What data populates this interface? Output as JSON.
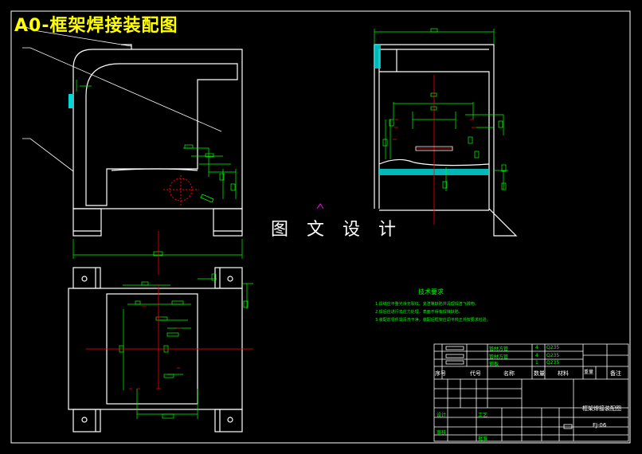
{
  "drawing": {
    "title": "A0-框架焊接装配图",
    "watermark": "图 文 设 计"
  },
  "tech_requirements": {
    "title": "技术要求",
    "items": [
      "1.焊缝应平整光滑无裂纹、夹渣等缺陷并清理焊渣飞溅物。",
      "2.焊后应进行去应力处理，表面不得有焊接缺陷。",
      "3.装配前零件需清洗干净，装配后框架应调平校正并按要求检验。"
    ]
  },
  "title_block": {
    "headers": {
      "seq": "序号",
      "code": "代号",
      "name": "名称",
      "qty": "数量",
      "material": "材料",
      "weight": "重量",
      "remark": "备注"
    },
    "drawing_name": "框架焊接装配图",
    "drawing_no": "FJ-06",
    "signatures": [
      "设计",
      "审核",
      "工艺",
      "批准"
    ],
    "parts": [
      {
        "code": "",
        "name": "管材方管",
        "qty": "4",
        "material": "Q235"
      },
      {
        "code": "",
        "name": "管材方管",
        "qty": "4",
        "material": "Q235"
      },
      {
        "code": "",
        "name": "钢板",
        "qty": "1",
        "material": "Q235"
      }
    ]
  }
}
